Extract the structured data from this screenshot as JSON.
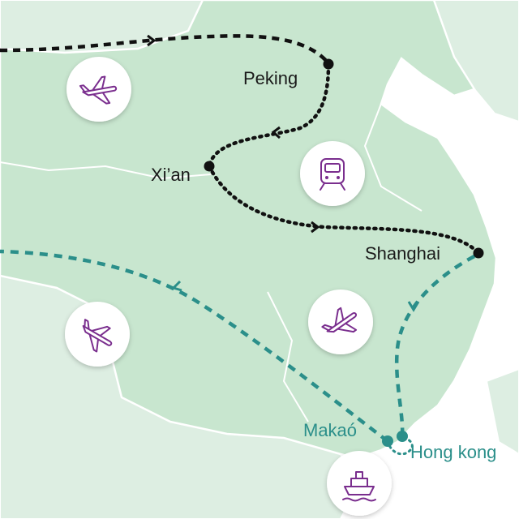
{
  "map": {
    "land_color": "#c8e6cf",
    "neighbor_color": "#ddeee2",
    "border_color": "#ffffff",
    "sea_color": "#ffffff",
    "route_land_color": "#111111",
    "route_sea_color": "#2b8f8a",
    "icon_color": "#7a2e8e"
  },
  "cities": {
    "peking": "Peking",
    "xian": "Xi’an",
    "shanghai": "Shanghai",
    "makao": "Makaó",
    "hongkong": "Hong kong"
  },
  "transport_icons": [
    "airplane-icon",
    "train-icon",
    "airplane-icon",
    "airplane-icon",
    "ship-icon"
  ]
}
